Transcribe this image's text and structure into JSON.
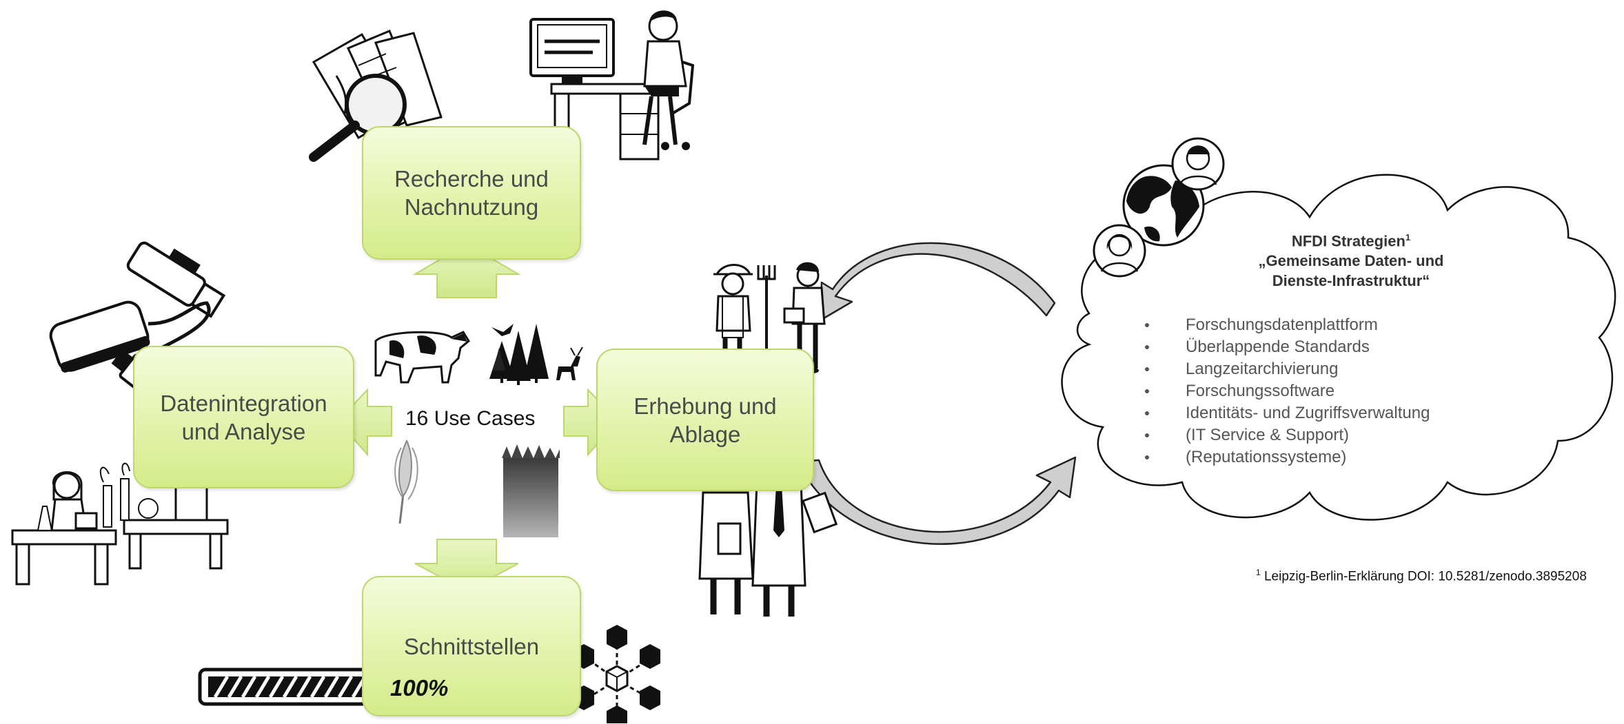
{
  "diagram": {
    "center_label": "16 Use Cases",
    "boxes": {
      "top": "Recherche und\nNachnutzung",
      "left": "Datenintegration\nund Analyse",
      "right": "Erhebung und\nAblage",
      "bottom": "Schnittstellen"
    },
    "progress_label": "100%",
    "progress_value": 1.0
  },
  "cloud": {
    "title_line1": "NFDI Strategien",
    "title_superscript": "1",
    "title_line2": "„Gemeinsame Daten- und",
    "title_line3": "Dienste-Infrastruktur“",
    "bullets": [
      "Forschungsdatenplattform",
      "Überlappende Standards",
      "Langzeitarchivierung",
      "Forschungssoftware",
      "Identitäts- und Zugriffsverwaltung",
      "(IT Service & Support)",
      "(Reputationssysteme)"
    ]
  },
  "footnote": {
    "marker": "1",
    "text": "Leipzig-Berlin-Erklärung DOI: 10.5281/zenodo.3895208"
  },
  "colors": {
    "box_fill": "#e6f5b4",
    "box_border": "#bcd76a",
    "box_text": "#4a4a4a",
    "arrow_fill": "#d8ee9a",
    "cycle_arrow": "#cfcfcf"
  }
}
